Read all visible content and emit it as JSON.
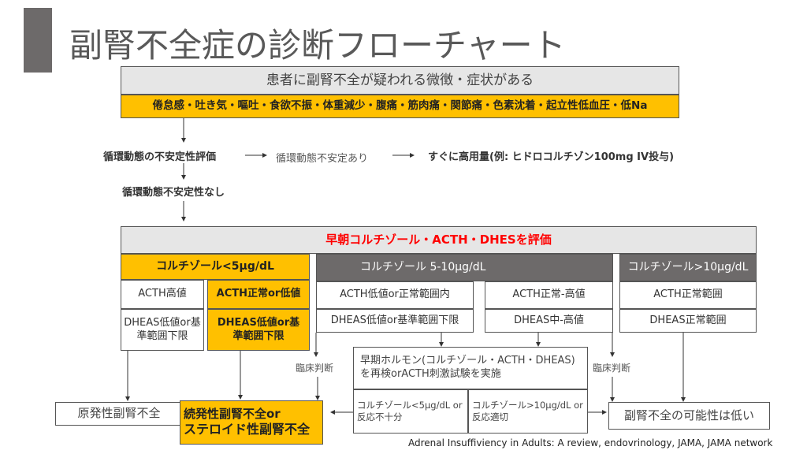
{
  "title": "副腎不全症の診断フローチャート",
  "suspect": "患者に副腎不全が疑われる微徴・症状がある",
  "symptoms": "倦怠感・吐き気・嘔吐・食欲不振・体重減少・腹痛・筋肉痛・関節痛・色素沈着・起立性低血圧・低Na",
  "hemo_eval": "循環動態の不安定性評価",
  "hemo_unstable": "循環動態不安定あり",
  "high_dose": "すぐに高用量(例: ヒドロコルチゾン100mg IV投与)",
  "hemo_stable": "循環動態不安定性なし",
  "evaluate": "早朝コルチゾール・ACTH・DHESを評価",
  "col_low": {
    "header": "コルチゾール<5μg/dL",
    "acth_high": "ACTH高値",
    "dheas_low": "DHEAS低値or基準範囲下限",
    "acth_normal_low": "ACTH正常or低値",
    "dheas_low2": "DHEAS低値or基準範囲下限"
  },
  "col_mid": {
    "header": "コルチゾール 5-10μg/dL",
    "acth_low": "ACTH低値or正常範囲内",
    "dheas_low": "DHEAS低値or基準範囲下限",
    "acth_high": "ACTH正常-高値",
    "dheas_mid": "DHEAS中-高値"
  },
  "col_high": {
    "header": "コルチゾール>10μg/dL",
    "acth": "ACTH正常範囲",
    "dheas": "DHEAS正常範囲"
  },
  "clinical": "臨床判断",
  "retest": "早期ホルモン(コルチゾール・ACTH・DHEAS)を再検orACTH刺激試験を実施",
  "result_low": "コルチゾール<5μg/dL or 反応不十分",
  "result_ok": "コルチゾール>10μg/dL or 反応適切",
  "primary": "原発性副腎不全",
  "secondary_1": "続発性副腎不全or",
  "secondary_2": "ステロイド性副腎不全",
  "unlikely": "副腎不全の可能性は低い",
  "citation": "Adrenal Insuffiviency in Adults: A review, endovrinology, JAMA, JAMA network",
  "colors": {
    "accent": "#ffc000",
    "gray": "#6d6a6a",
    "red": "#ff0000"
  }
}
